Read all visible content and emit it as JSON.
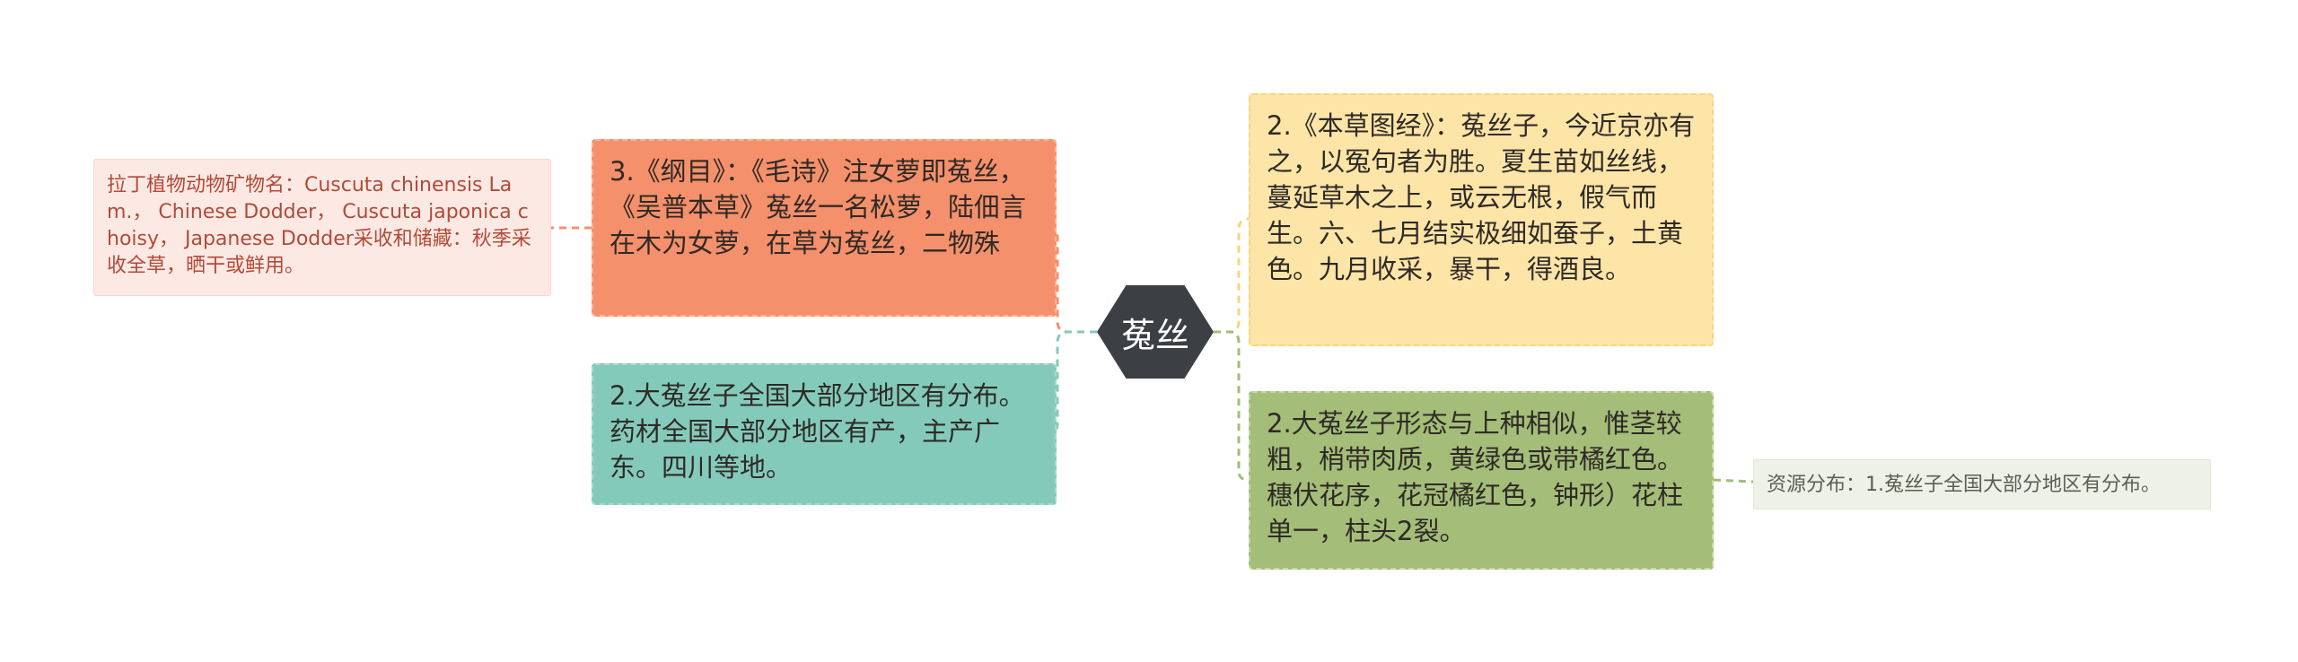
{
  "mindmap": {
    "central": {
      "label": "菟丝"
    },
    "left": [
      {
        "text": "3.《纲目》：《毛诗》注女萝即菟丝，《吴普本草》菟丝一名松萝，陆佃言在木为女萝，在草为菟丝，二物殊",
        "children": [
          {
            "text": "拉丁植物动物矿物名：Cuscuta chinensis Lam.， Chinese Dodder， Cuscuta japonica choisy， Japanese Dodder采收和储藏：秋季采收全草，晒干或鲜用。"
          }
        ]
      },
      {
        "text": "2.大菟丝子全国大部分地区有分布。药材全国大部分地区有产，主产广东。四川等地。"
      }
    ],
    "right": [
      {
        "text": "2.《本草图经》：菟丝子，今近京亦有之，以冤句者为胜。夏生苗如丝线，蔓延草木之上，或云无根，假气而生。六、七月结实极细如蚕子，土黄色。九月收采，暴干，得酒良。"
      },
      {
        "text": "2.大菟丝子形态与上种相似，惟茎较粗，梢带肉质，黄绿色或带橘红色。穗伏花序，花冠橘红色，钟形）花柱单一，柱头2裂。",
        "children": [
          {
            "text": "资源分布：1.菟丝子全国大部分地区有分布。"
          }
        ]
      }
    ]
  },
  "colors": {
    "central": "#3c3f44",
    "orange": "#f4906b",
    "teal": "#84cabb",
    "pink_light": "#fde9e4",
    "yellow": "#fde5a8",
    "green": "#a4bd79",
    "green_light": "#eef1e7"
  }
}
